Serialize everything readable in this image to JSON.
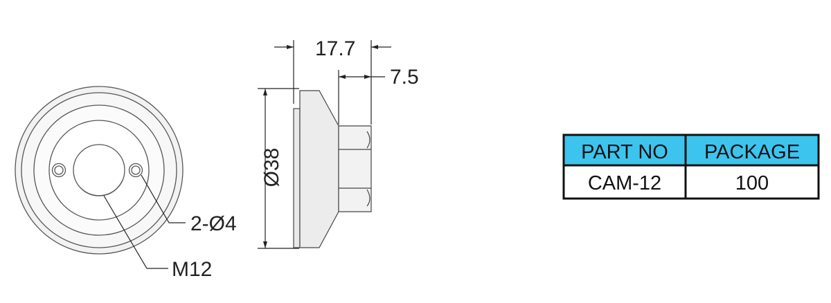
{
  "dimensions": {
    "overall_length": "17.7",
    "hex_length": "7.5",
    "diameter": "Ø38",
    "holes": "2-Ø4",
    "thread": "M12"
  },
  "table": {
    "headers": [
      "PART NO",
      "PACKAGE"
    ],
    "rows": [
      [
        "CAM-12",
        "100"
      ]
    ]
  },
  "colors": {
    "header_fill": "#3cc4ee",
    "line": "#222222",
    "part_fill": "#eeeeee"
  }
}
